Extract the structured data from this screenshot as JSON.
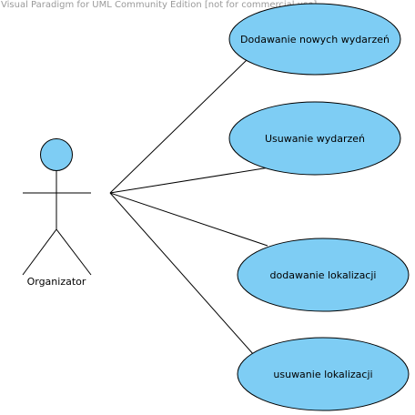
{
  "watermark": "Visual Paradigm for UML Community Edition [not for commercial use]",
  "colors": {
    "usecase_fill": "#7ecdf4",
    "stroke": "#000000",
    "watermark": "#9a9a9a",
    "background": "#ffffff"
  },
  "actor": {
    "name": "Organizator"
  },
  "use_cases": [
    {
      "label": "Dodawanie nowych wydarzeń"
    },
    {
      "label": "Usuwanie wydarzeń"
    },
    {
      "label": "dodawanie lokalizacji"
    },
    {
      "label": "usuwanie lokalizacji"
    }
  ]
}
